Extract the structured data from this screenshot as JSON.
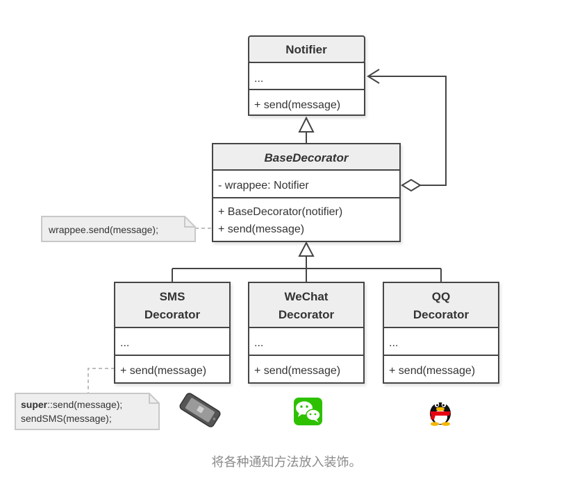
{
  "classes": {
    "notifier": {
      "name": "Notifier",
      "fields": "...",
      "methods": [
        "+ send(message)"
      ]
    },
    "base_decorator": {
      "name": "BaseDecorator",
      "fields": "- wrappee: Notifier",
      "methods": [
        "+ BaseDecorator(notifier)",
        "+ send(message)"
      ]
    },
    "sms": {
      "name_line1": "SMS",
      "name_line2": "Decorator",
      "fields": "...",
      "methods": [
        "+ send(message)"
      ]
    },
    "wechat": {
      "name_line1": "WeChat",
      "name_line2": "Decorator",
      "fields": "...",
      "methods": [
        "+ send(message)"
      ]
    },
    "qq": {
      "name_line1": "QQ",
      "name_line2": "Decorator",
      "fields": "...",
      "methods": [
        "+ send(message)"
      ]
    }
  },
  "notes": {
    "base_note": "wrappee.send(message);",
    "sms_note": {
      "keyword": "super",
      "line1_rest": "::send(message);",
      "line2": "sendSMS(message);"
    }
  },
  "icons": [
    "phone-icon",
    "wechat-icon",
    "qq-icon"
  ],
  "colors": {
    "border": "#444444",
    "header_fill": "#eeeeee",
    "body_fill": "#ffffff",
    "note_fill": "#eeeeee",
    "wechat_green": "#2dc100"
  },
  "caption": "将各种通知方法放入装饰。"
}
